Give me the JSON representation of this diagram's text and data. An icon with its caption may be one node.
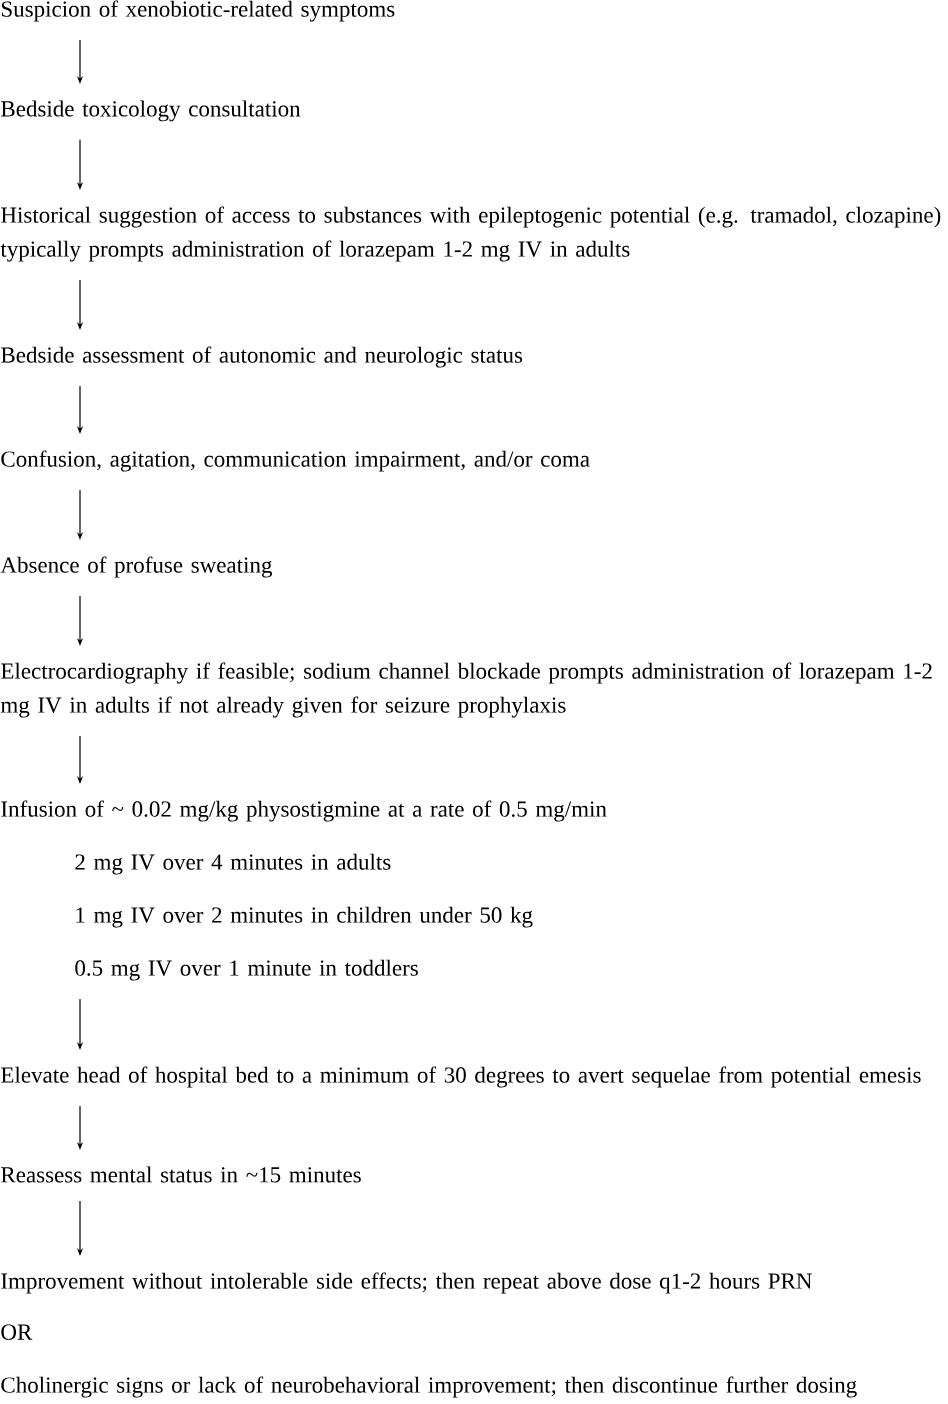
{
  "diagram": {
    "nodes": [
      {
        "text": [
          "Suspicion of xenobiotic-related symptoms"
        ]
      },
      {
        "text": [
          "Bedside toxicology consultation"
        ]
      },
      {
        "text": [
          "Historical suggestion of access to substances with epileptogenic potential (e.g. tramadol, clozapine) typically prompts administration of lorazepam 1-2 mg IV in adults"
        ]
      },
      {
        "text": [
          "Bedside assessment of autonomic and neurologic status"
        ]
      },
      {
        "text": [
          "Confusion, agitation, communication impairment, and/or coma"
        ]
      },
      {
        "text": [
          "Absence of profuse sweating"
        ]
      },
      {
        "text": [
          "Electrocardiography if feasible; sodium channel blockade prompts administration of lorazepam 1-2 mg IV in adults if not already given for seizure prophylaxis"
        ]
      },
      {
        "text": [
          "Infusion of ~ 0.02 mg/kg physostigmine at a rate of 0.5 mg/min",
          "2 mg IV over 4 minutes in adults",
          "1 mg IV over 2 minutes in children under 50 kg",
          "0.5 mg IV over 1 minute in toddlers"
        ]
      },
      {
        "text": [
          "Elevate head of hospital bed to a minimum of 30 degrees to avert sequelae from potential emesis"
        ]
      },
      {
        "text": [
          "Reassess mental status in ~15 minutes"
        ]
      },
      {
        "text": [
          "Improvement without intolerable side effects; then repeat above dose q1-2 hours PRN"
        ]
      }
    ],
    "edges": [
      {
        "from": 0,
        "to": 1,
        "arrow": "to"
      },
      {
        "from": 1,
        "to": 2,
        "arrow": "to"
      },
      {
        "from": 2,
        "to": 3,
        "arrow": "to"
      },
      {
        "from": 3,
        "to": 4,
        "arrow": "to"
      },
      {
        "from": 4,
        "to": 5,
        "arrow": "to"
      },
      {
        "from": 5,
        "to": 6,
        "arrow": "to"
      },
      {
        "from": 6,
        "to": 7,
        "arrow": "to"
      },
      {
        "from": 7,
        "to": 8,
        "arrow": "to"
      },
      {
        "from": 8,
        "to": 9,
        "arrow": "to"
      },
      {
        "from": 9,
        "to": 10,
        "arrow": "to"
      }
    ],
    "labels": [
      "OR",
      "Cholinergic signs or lack of neurobehavioral improvement; then discontinue further dosing"
    ]
  }
}
